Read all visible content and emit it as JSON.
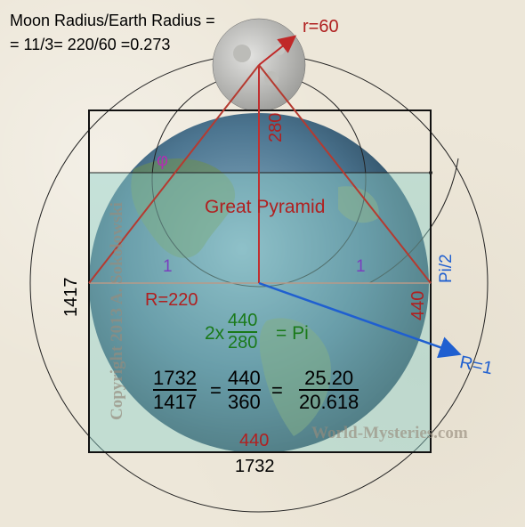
{
  "header": {
    "line1": "Moon Radius/Earth Radius =",
    "line2": "= 11/3= 220/60 =0.273"
  },
  "labels": {
    "r_moon": "r=60",
    "height": "280",
    "phi": "φ",
    "title": "Great Pyramid",
    "one_left": "1",
    "one_right": "1",
    "pi_half": "Pi/2",
    "radius": "R=220",
    "right_side": "440",
    "left_side": "1417",
    "unit_radius": "R=1",
    "bottom_side": "440",
    "square_side": "1732",
    "copyright": "Copyright 2013 A. Sokolowski",
    "watermark": "World-Mysteries.com"
  },
  "formula_pi": {
    "prefix": "2x",
    "num": "440",
    "den": "280",
    "suffix": "= Pi"
  },
  "formula_ratio": {
    "f1_num": "1732",
    "f1_den": "1417",
    "eq1": "=",
    "f2_num": "440",
    "f2_den": "360",
    "eq2": "=",
    "f3_num": "25.20",
    "f3_den": "20.618"
  },
  "colors": {
    "red": "#b02020",
    "blue": "#1f5fd0",
    "green": "#1a7a1a",
    "purple": "#7a3fbf",
    "magenta": "#b030b0"
  }
}
